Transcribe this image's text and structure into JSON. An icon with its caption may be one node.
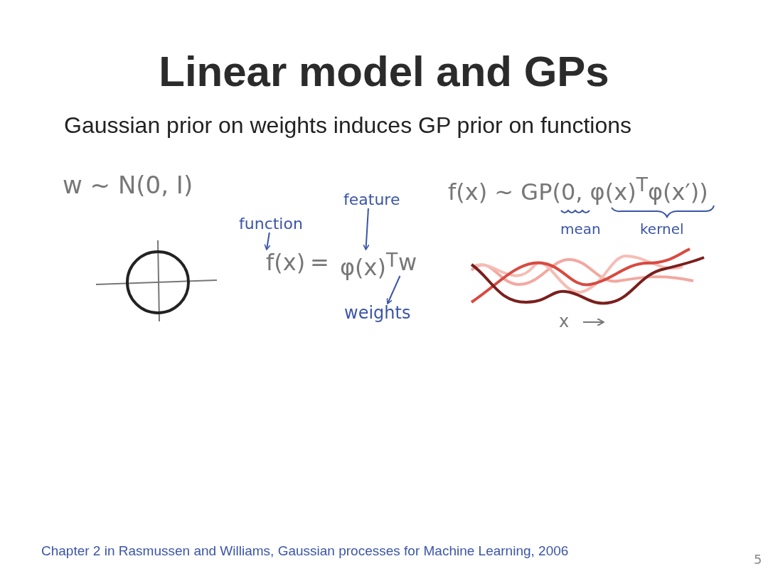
{
  "diagram": {
    "title": "Linear model and GPs",
    "caption": "Chapter 2 in Rasmussen and Williams, Gaussian processes for Machine Learning, 2006",
    "nodes": [
      {
        "text": [
          "function"
        ]
      },
      {
        "text": [
          "feature"
        ]
      },
      {
        "text": [
          "weights"
        ]
      },
      {
        "text": [
          "f(x)"
        ]
      },
      {
        "text": [
          "φ(x)$^{T}$"
        ]
      },
      {
        "text": [
          "w"
        ]
      }
    ],
    "edges": [
      {
        "from": 0,
        "to": 3,
        "arrow": "to"
      },
      {
        "from": 1,
        "to": 4,
        "arrow": "to"
      },
      {
        "from": 5,
        "to": 2,
        "arrow": "to"
      }
    ],
    "labels": [
      "Gaussian prior on weights induces GP prior on functions",
      "w ~ N(0, I)",
      "f(x) ~ GP(0, φ(x)$^{T}$φ(x′))",
      "mean",
      "kernel",
      "=",
      "x",
      "5"
    ]
  }
}
